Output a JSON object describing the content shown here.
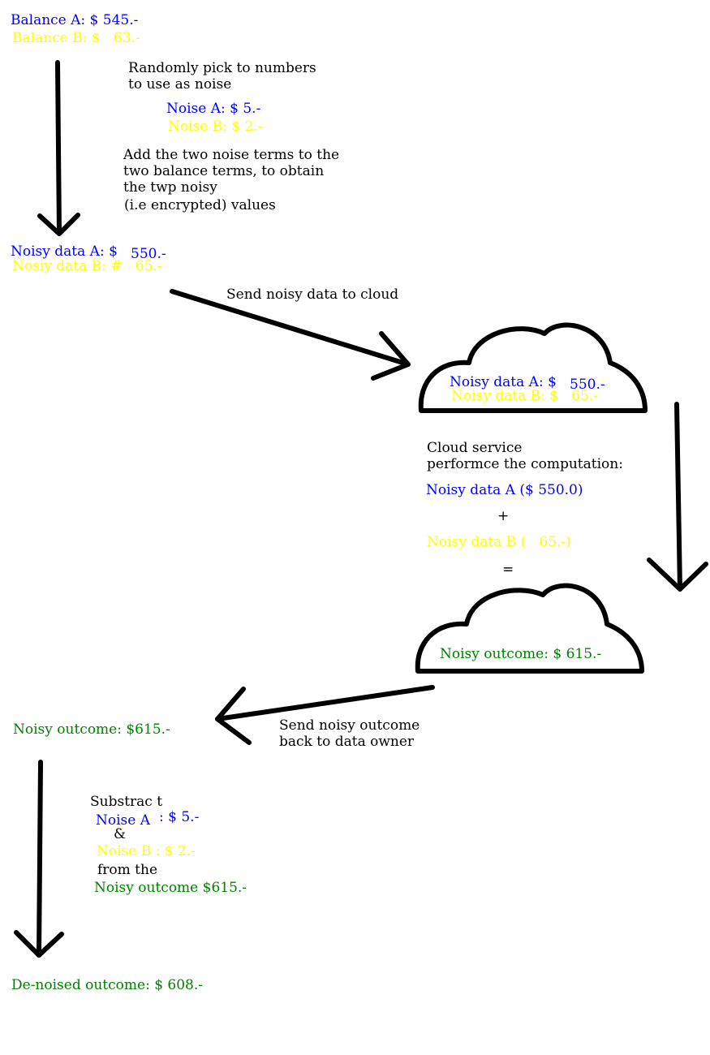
{
  "colors": {
    "a": "#0000ff",
    "b": "#ffff00",
    "outcome": "#008000",
    "text": "#000000"
  },
  "icons": [
    "down-arrow",
    "right-arrow",
    "cloud",
    "left-arrow"
  ],
  "step1": {
    "balance_a": "Balance A: $ 545.-",
    "balance_b": "Balance B: $   63.-",
    "note_line1": "Randomly pick to numbers",
    "note_line2": "to use as noise",
    "noise_a": "Noise A: $ 5.-",
    "noise_b": "Noise B: $ 2.-",
    "add_line1": "Add the two noise terms to the",
    "add_line2": "two balance terms, to obtain",
    "add_line3": "the twp noisy",
    "add_line4": "(i.e encrypted) values"
  },
  "step2": {
    "noisy_a_label": "Noisy data A: $",
    "noisy_a_value": "550.-",
    "noisy_b": "Nosiy data B: #   65.-",
    "send_label": "Send noisy data to cloud"
  },
  "cloud1": {
    "noisy_a_label": "Noisy data A: $",
    "noisy_a_value": "550.-",
    "noisy_b": "Noisy data B: $   65.-"
  },
  "compute": {
    "line1": "Cloud service",
    "line2": "performce the computation:",
    "term_a": "Noisy data A ($ 550.0)",
    "plus": "+",
    "term_b": "Noisy data B (   65.-)",
    "equals": "="
  },
  "cloud2": {
    "outcome": "Noisy outcome: $ 615.-"
  },
  "step3": {
    "send_back_line1": "Send noisy outcome",
    "send_back_line2": "back to data owner",
    "owner_outcome": "Noisy outcome: $615.-"
  },
  "step4": {
    "substract": "Substrac t",
    "noise_a_label": "Noise A",
    "noise_a_value": ": $ 5.-",
    "ampersand": "&",
    "noise_b": "Noise B : $ 2.-",
    "from_the": "from the",
    "noisy_outcome": "Noisy outcome $615.-",
    "denoised": "De-noised outcome: $ 608.-"
  }
}
